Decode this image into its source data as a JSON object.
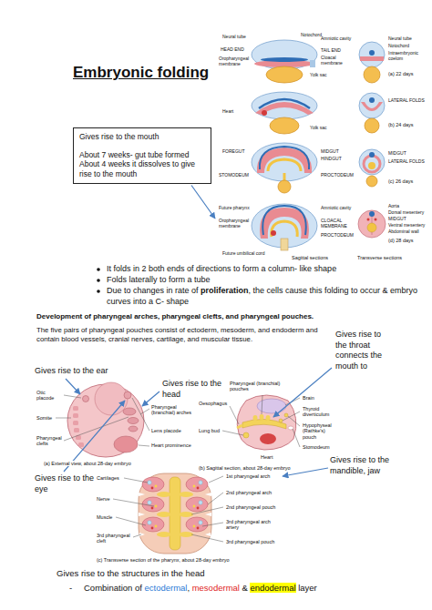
{
  "diagram": {
    "title": "Embryonic folding",
    "nodes": [
      {
        "text": [
          "Gives rise to the mouth",
          "About 7 weeks- gut tube formed",
          "About 4 weeks it dissolves to give rise to the mouth"
        ]
      }
    ],
    "labels": [
      "Neural tube",
      "Notochord",
      "HEAD END",
      "Oropharyngeal membrane",
      "Amniotic cavity",
      "TAIL END",
      "Cloacal membrane",
      "Yolk sac",
      "Neural tube",
      "Notochord",
      "Intraembryonic coelom",
      "(a) 22 days",
      "Heart",
      "Yolk sac",
      "LATERAL FOLDS",
      "(b) 24 days",
      "FOREGUT",
      "STOMODEUM",
      "MIDGUT",
      "HINDGUT",
      "PROCTODEUM",
      "MIDGUT",
      "LATERAL FOLDS",
      "(c) 26 days",
      "Future pharynx",
      "Oropharyngeal membrane",
      "Amniotic cavity",
      "CLOACAL MEMBRANE",
      "PROCTODEUM",
      "Future umbilical cord",
      "Aorta",
      "Dorsal mesentery",
      "MIDGUT",
      "Ventral mesentery",
      "Abdominal wall",
      "(d) 28 days",
      "Sagittal sections",
      "Transverse sections",
      "It folds in 2 both ends of directions to form a column- like shape",
      "Folds laterally to form a tube",
      "Due to changes in rate of",
      "proliferation",
      ", the cells cause this folding to occur & embryo curves into a C- shape",
      "Development of pharyngeal arches, pharyngeal clefts, and pharyngeal pouches.",
      "The five pairs of pharyngeal pouches consist of ectoderm, mesoderm, and endoderm and contain blood vessels, cranial nerves, cartilage, and muscular tissue.",
      "Gives rise to the throat connects the mouth to",
      "Gives rise to the ear",
      "Gives rise to the head",
      "Otic placode",
      "Somite",
      "Pharyngeal (branchial) arches",
      "Lens placode",
      "Pharyngeal clefts",
      "Heart prominence",
      "(a) External view, about 28-day embryo",
      "Pharyngeal (branchial) pouches",
      "Oesophagus",
      "Brain",
      "Thyroid diverticulum",
      "Hypophyseal (Rathke's) pouch",
      "Lung bud",
      "Stomodeum",
      "Heart",
      "(b) Sagittal section, about 28-day embryo",
      "Gives rise to the mandible, jaw",
      "Gives rise to the eye",
      "Cartilages",
      "1st pharyngeal arch",
      "Nerve",
      "2nd pharyngeal arch",
      "2nd pharyngeal pouch",
      "Muscle",
      "3rd pharyngeal arch artery",
      "3rd pharyngeal cleft",
      "3rd pharyngeal pouch",
      "(c) Transverse section of the pharynx, about 28-day embryo",
      "Gives rise to the structures in the head",
      "-",
      "Combination of",
      "ectodermal",
      ",",
      "mesodermal",
      "&",
      "endodermal",
      "layer"
    ]
  }
}
